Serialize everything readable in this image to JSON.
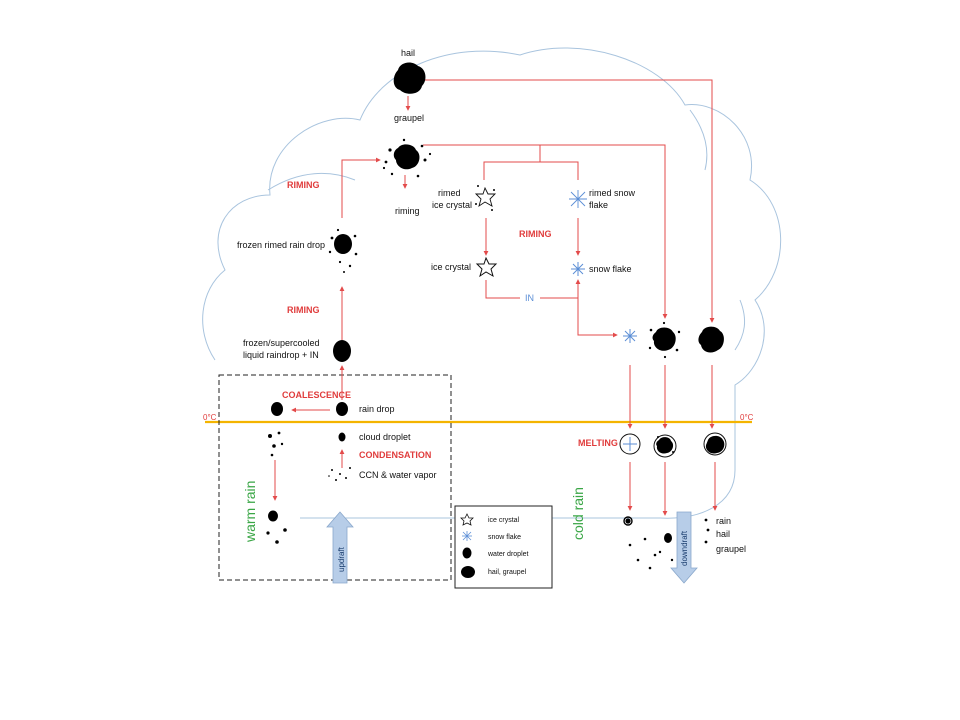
{
  "labels": {
    "hail": "hail",
    "graupel": "graupel",
    "riming": "riming",
    "riming_left_top": "RIMING",
    "riming_left_mid": "RIMING",
    "riming_center": "RIMING",
    "frozen_rimed": "frozen rimed rain drop",
    "frozen_supercooled_1": "frozen/supercooled",
    "frozen_supercooled_2": "liquid raindrop + IN",
    "rimed_ice_1": "rimed",
    "rimed_ice_2": "ice crystal",
    "rimed_snow_1": "rimed snow",
    "rimed_snow_2": "flake",
    "ice_crystal": "ice crystal",
    "snow_flake": "snow flake",
    "in_label": "IN",
    "coalescence": "COALESCENCE",
    "rain_drop": "rain drop",
    "cloud_droplet": "cloud droplet",
    "condensation": "CONDENSATION",
    "ccn": "CCN  & water vapor",
    "zero_left": "0°C",
    "zero_right": "0°C",
    "melting": "MELTING",
    "warm_rain": "warm rain",
    "cold_rain": "cold rain",
    "updraft": "updraft",
    "downdraft": "downdraft",
    "out_rain": "rain",
    "out_hail": "hail",
    "out_graupel": "graupel"
  },
  "legend": {
    "ice_crystal": "ice crystal",
    "snow_flake": "snow flake",
    "water_droplet": "water droplet",
    "hail_graupel": "hail, graupel"
  },
  "colors": {
    "arrow": "#e34b4b",
    "freezing_line": "#f4b400",
    "cloud_outline": "#a9c4de",
    "green_text": "#3aa646",
    "snow_blue": "#5b8ed6",
    "draft_arrow": "#b7cde8"
  }
}
